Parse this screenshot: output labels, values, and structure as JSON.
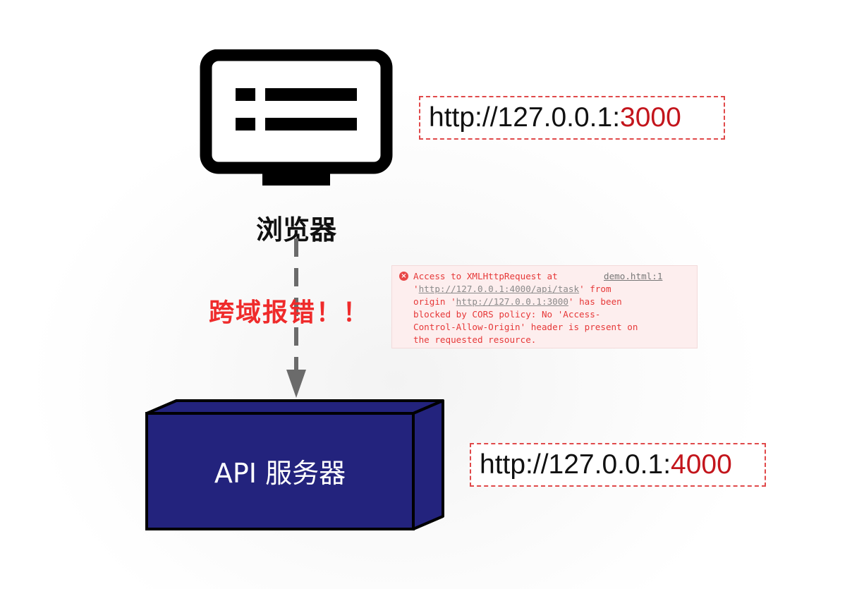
{
  "browser": {
    "label": "浏览器",
    "url_prefix": "http://127.0.0.1:",
    "port": "3000"
  },
  "cors_error": {
    "label": "跨域报错！！"
  },
  "console": {
    "source": "demo.html:1",
    "line1": "Access to XMLHttpRequest at",
    "line2_quote_open": "'",
    "line2_url": "http://127.0.0.1:4000/api/task",
    "line2_rest": "' from",
    "line3_prefix": "origin '",
    "line3_url": "http://127.0.0.1:3000",
    "line3_rest": "' has been",
    "line4": "blocked by CORS policy: No 'Access-",
    "line5": "Control-Allow-Origin' header is present on",
    "line6": "the requested resource."
  },
  "server": {
    "label": "API 服务器",
    "url_prefix": "http://127.0.0.1:",
    "port": "4000"
  },
  "colors": {
    "server_fill": "#23237d",
    "port_red": "#c3151c",
    "error_red": "#ef2b2b",
    "arrow_gray": "#6b6b6b"
  }
}
